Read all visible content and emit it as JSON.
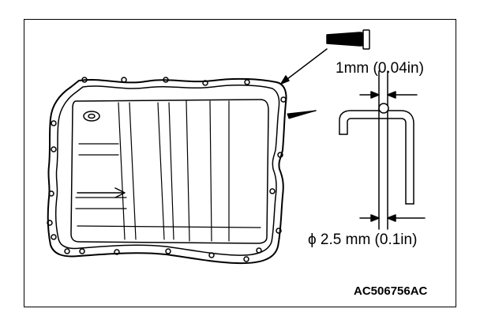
{
  "callouts": {
    "sealant_gap": "1mm (0.04in)",
    "bead_diameter": "ϕ 2.5 mm (0.1in)"
  },
  "figure_code": "AC506756AC",
  "colors": {
    "line": "#000000",
    "background": "#ffffff"
  }
}
